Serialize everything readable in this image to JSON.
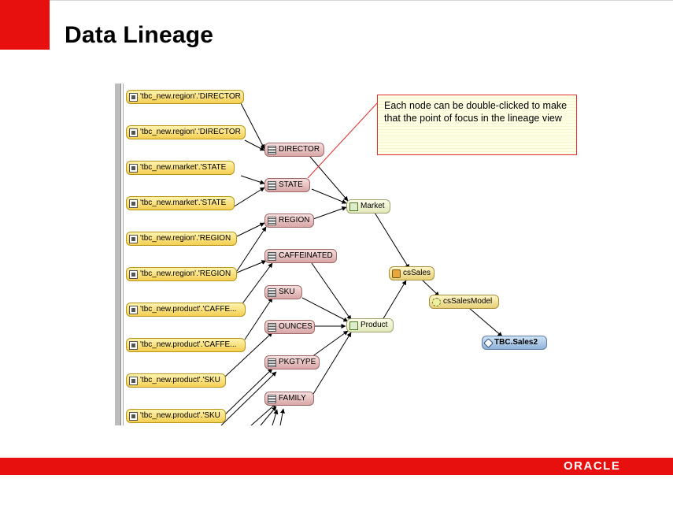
{
  "title": "Data Lineage",
  "logo": "ORACLE",
  "callout": "Each node can be double-clicked to make that the point of focus in the lineage view",
  "sources": [
    "'tbc_new.region'.'DIRECTOR",
    "'tbc_new.region'.'DIRECTOR",
    "'tbc_new.market'.'STATE",
    "'tbc_new.market'.'STATE",
    "'tbc_new.region'.'REGION",
    "'tbc_new.region'.'REGION",
    "'tbc_new.product'.'CAFFE...",
    "'tbc_new.product'.'CAFFE...",
    "'tbc_new.product'.'SKU",
    "'tbc_new.product'.'SKU"
  ],
  "levels": [
    "DIRECTOR",
    "STATE",
    "REGION",
    "CAFFEINATED",
    "SKU",
    "OUNCES",
    "PKGTYPE",
    "FAMILY"
  ],
  "dimensions": [
    "Market",
    "Product"
  ],
  "cube": "csSales",
  "model": "csSalesModel",
  "target": "TBC.Sales2",
  "colors": {
    "accent_red": "#e8100f",
    "callout_border": "#e03030"
  }
}
